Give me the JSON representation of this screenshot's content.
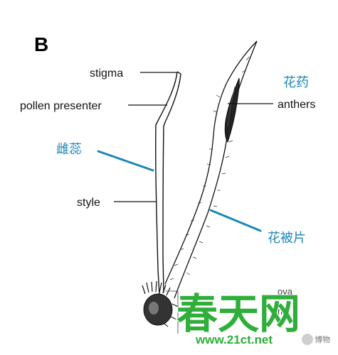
{
  "panel_letter": "B",
  "labels": {
    "stigma": "stigma",
    "pollen_presenter": "pollen presenter",
    "style": "style",
    "anthers": "anthers",
    "pistil_cn": "雌蕊",
    "anthers_cn": "花药",
    "tepal_cn": "花被片",
    "partial_ova": "ova",
    "partial_ne": "ne"
  },
  "watermark": {
    "text": "春天网",
    "url": "www.21ct.net",
    "source": "博物"
  },
  "colors": {
    "label_blue": "#1a86b8",
    "watermark_green": "#2fae3a",
    "line_black": "#111111"
  }
}
